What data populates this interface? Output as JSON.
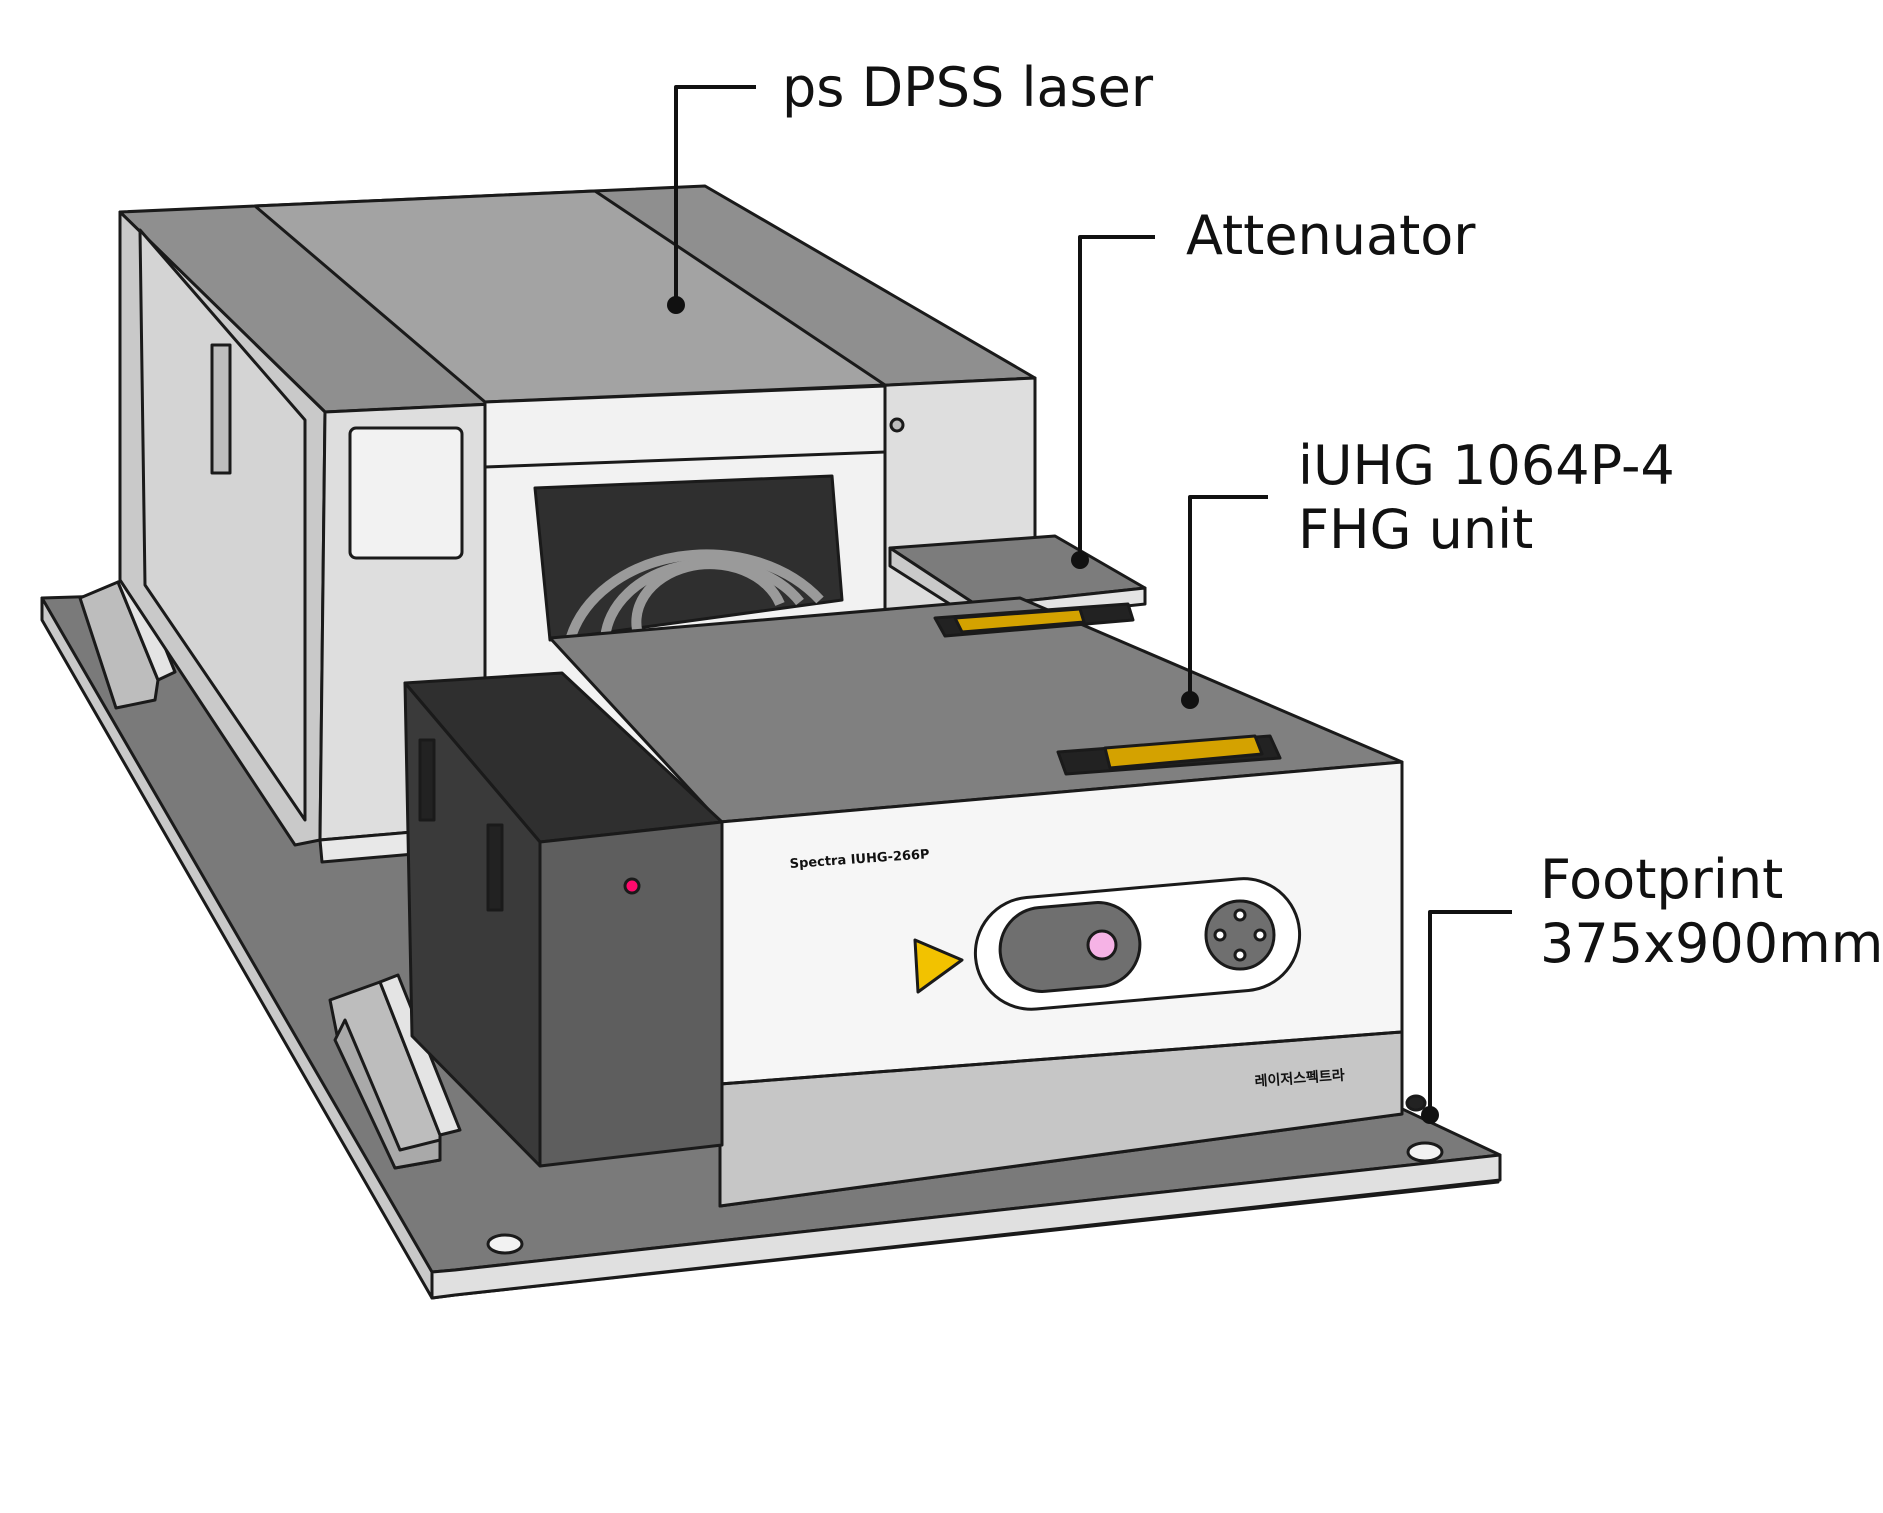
{
  "callouts": {
    "laser": {
      "label": "ps DPSS laser"
    },
    "attenuator": {
      "label": "Attenuator"
    },
    "fhg": {
      "line1": "iUHG 1064P-4",
      "line2": "FHG unit"
    },
    "footprint": {
      "line1": "Footprint",
      "line2": "375x900mm"
    }
  },
  "device_text": {
    "front_label": "Spectra IUHG-266P",
    "brand_mark": "레이저스펙트라"
  },
  "colors": {
    "base_plate": "#7a7a7a",
    "laser_body": "#dcdcdc",
    "laser_top": "#8f8f8f",
    "fhg_top": "#808080",
    "fhg_front": "#f6f6f6",
    "black_box": "#3a3a3a",
    "warning": "#f2c200",
    "beam_dot": "#f6b3e6",
    "indicator_led": "#ff0a6c"
  },
  "icons": [
    "laser-warning-icon",
    "handle-icon",
    "fan-grille-icon",
    "aperture-icon"
  ]
}
